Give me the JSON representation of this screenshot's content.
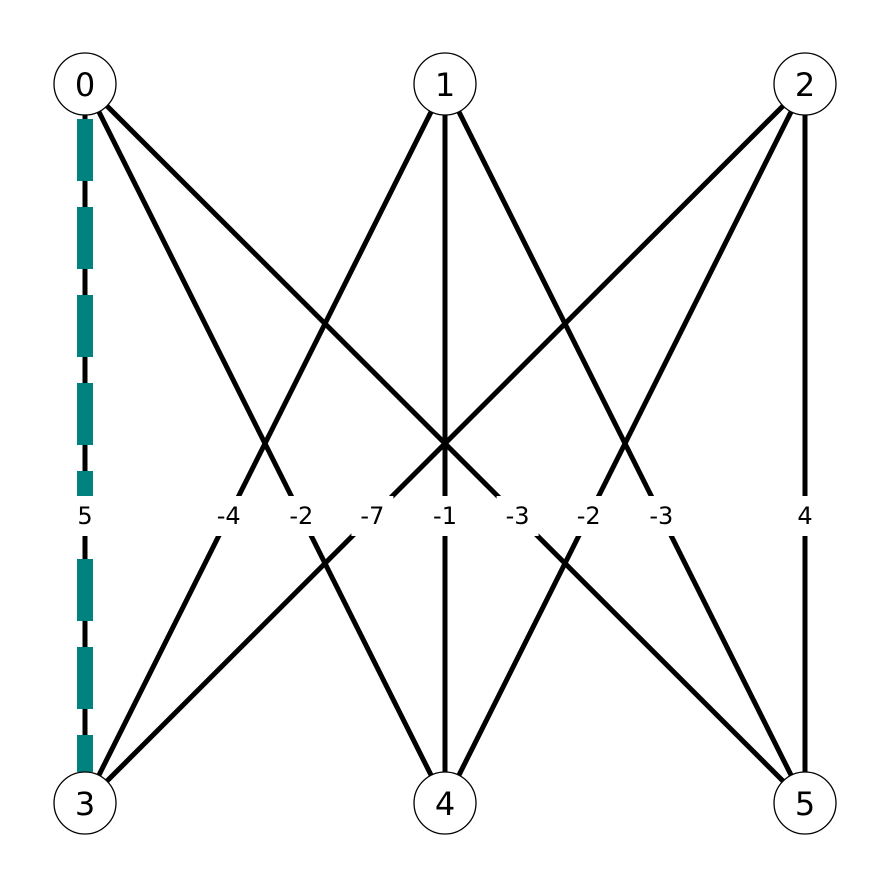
{
  "chart_data": {
    "type": "bipartite-graph",
    "highlight_color": "#00827f",
    "nodes": [
      {
        "id": 0,
        "label": "0",
        "side": "top",
        "slot": 0
      },
      {
        "id": 1,
        "label": "1",
        "side": "top",
        "slot": 1
      },
      {
        "id": 2,
        "label": "2",
        "side": "top",
        "slot": 2
      },
      {
        "id": 3,
        "label": "3",
        "side": "bottom",
        "slot": 0
      },
      {
        "id": 4,
        "label": "4",
        "side": "bottom",
        "slot": 1
      },
      {
        "id": 5,
        "label": "5",
        "side": "bottom",
        "slot": 2
      }
    ],
    "edges": [
      {
        "source": 0,
        "target": 3,
        "weight": "5",
        "highlighted": true
      },
      {
        "source": 1,
        "target": 3,
        "weight": "-4",
        "highlighted": false
      },
      {
        "source": 0,
        "target": 4,
        "weight": "-2",
        "highlighted": false
      },
      {
        "source": 2,
        "target": 3,
        "weight": "-7",
        "highlighted": false
      },
      {
        "source": 1,
        "target": 4,
        "weight": "-1",
        "highlighted": false
      },
      {
        "source": 0,
        "target": 5,
        "weight": "-3",
        "highlighted": false
      },
      {
        "source": 2,
        "target": 4,
        "weight": "-2",
        "highlighted": false
      },
      {
        "source": 1,
        "target": 5,
        "weight": "-3",
        "highlighted": false
      },
      {
        "source": 2,
        "target": 5,
        "weight": "4",
        "highlighted": false
      }
    ]
  }
}
